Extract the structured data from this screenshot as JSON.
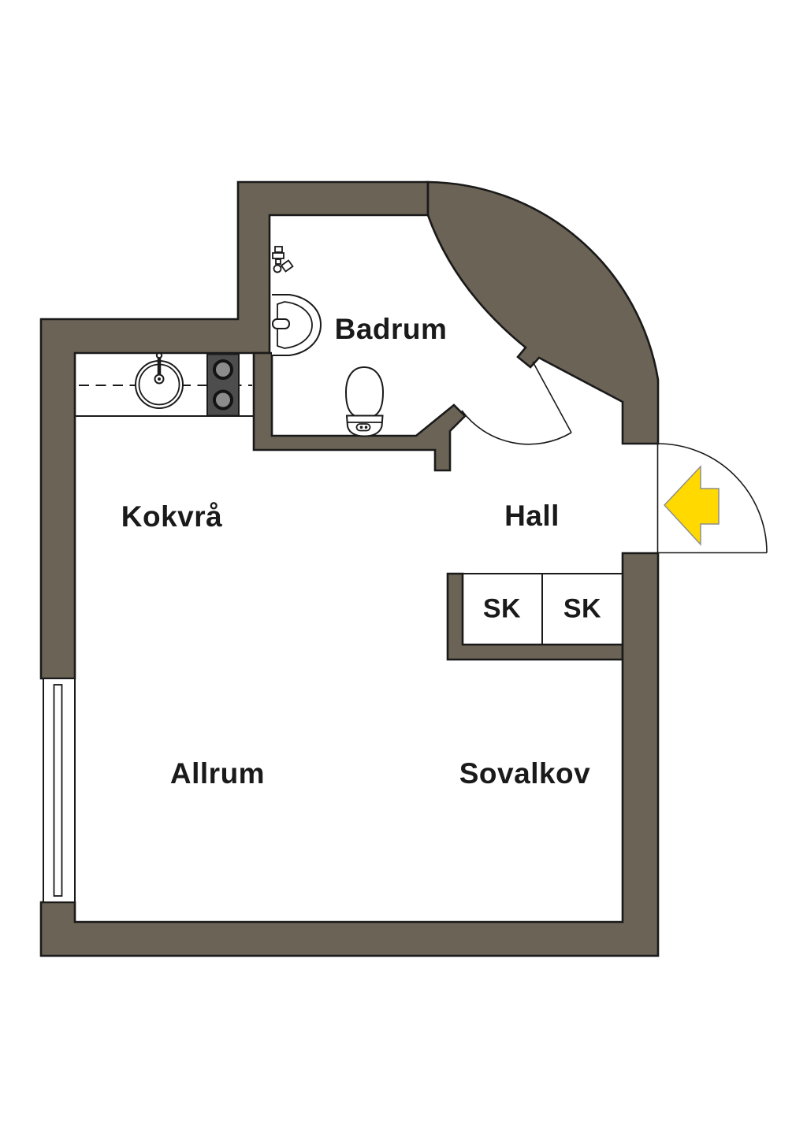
{
  "meta": {
    "type": "apartment-floor-plan"
  },
  "colors": {
    "wall": "#6B6355",
    "outline": "#1A1A1A",
    "stove": "#4D4D4D",
    "burner": "#8C8C8C",
    "arrow_fill": "#FFD900",
    "arrow_stroke": "#8E8E8E",
    "label": "#1A1A1A",
    "background": "#FFFFFF"
  },
  "rooms": {
    "badrum": {
      "label": "Badrum"
    },
    "kokvra": {
      "label": "Kokvrå"
    },
    "hall": {
      "label": "Hall"
    },
    "allrum": {
      "label": "Allrum"
    },
    "sovalkov": {
      "label": "Sovalkov"
    }
  },
  "closets": {
    "left": {
      "label": "SK"
    },
    "right": {
      "label": "SK"
    }
  },
  "symbols": {
    "entrance_arrow": {
      "direction": "left"
    },
    "stove": {
      "burners": 2
    },
    "fixtures": [
      "kitchen-sink",
      "washbasin",
      "shower-mixer",
      "toilet",
      "window"
    ],
    "doors": [
      "entrance-door",
      "bathroom-door"
    ]
  }
}
